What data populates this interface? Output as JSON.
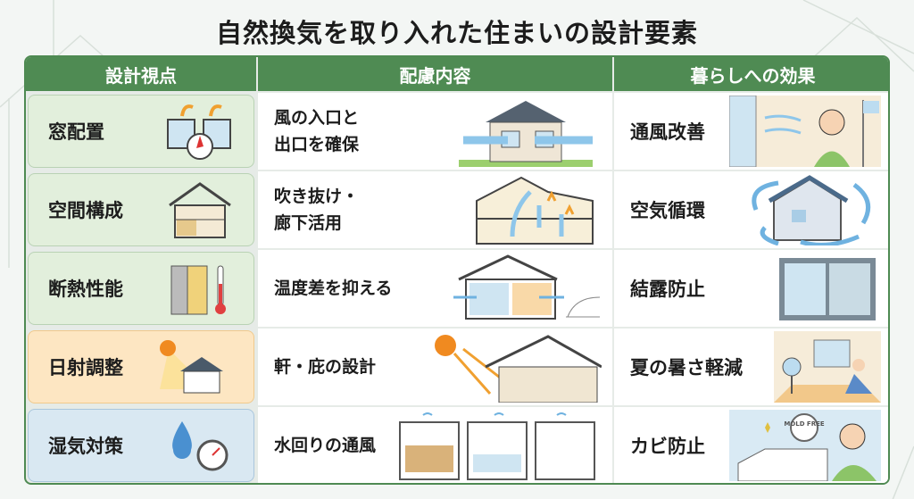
{
  "title": "自然換気を取り入れた住まいの設計要素",
  "headers": [
    "設計視点",
    "配慮内容",
    "暮らしへの効果"
  ],
  "rows": [
    {
      "viewpoint": "窓配置",
      "content": [
        "風の入口と",
        "出口を確保"
      ],
      "effect": "通風改善",
      "icons": [
        "window-compass-icon",
        "house-airflow-icon",
        "person-breeze-icon"
      ]
    },
    {
      "viewpoint": "空間構成",
      "content": [
        "吹き抜け・",
        "廊下活用"
      ],
      "effect": "空気循環",
      "icons": [
        "house-section-icon",
        "atrium-airflow-icon",
        "house-circulation-icon"
      ]
    },
    {
      "viewpoint": "断熱性能",
      "content": [
        "温度差を抑える",
        ""
      ],
      "effect": "結露防止",
      "icons": [
        "insulation-thermometer-icon",
        "house-temperature-icon",
        "clear-window-icon"
      ]
    },
    {
      "viewpoint": "日射調整",
      "content": [
        "軒・庇の設計",
        ""
      ],
      "effect": "夏の暑さ軽減",
      "icons": [
        "sun-house-icon",
        "eaves-sunlight-icon",
        "person-fan-icon"
      ]
    },
    {
      "viewpoint": "湿気対策",
      "content": [
        "水回りの通風",
        ""
      ],
      "effect": "カビ防止",
      "icons": [
        "water-drops-gauge-icon",
        "wet-areas-airflow-icon",
        "mold-free-bathroom-icon"
      ]
    }
  ],
  "badge": "MOLD FREE",
  "colors": {
    "header": "#4f8b53",
    "green": "#e2efdc",
    "orange": "#fde6c2",
    "blue": "#d9e8f2"
  }
}
